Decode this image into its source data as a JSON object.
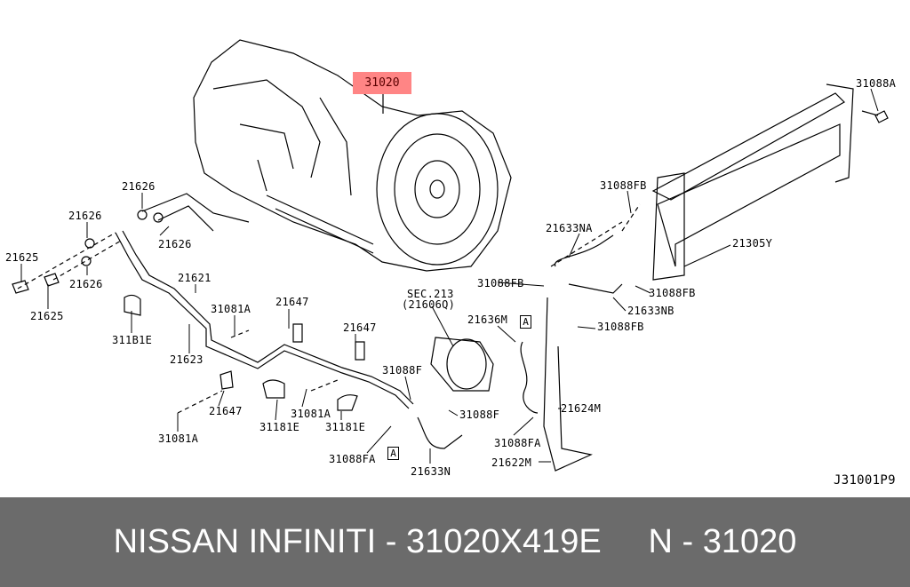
{
  "diagram": {
    "highlight_part": "31020",
    "highlight_color": "#ff8585",
    "reference_code": "J31001P9",
    "sec_ref": "SEC.213",
    "sec_ref_sub": "(21606Q)",
    "section_marker": "A",
    "callouts": [
      "31088A",
      "31088FB",
      "21626",
      "21626",
      "21626",
      "21625",
      "21626",
      "21625",
      "21633NA",
      "21305Y",
      "21621",
      "31088FB",
      "31088FB",
      "21647",
      "31081A",
      "21633NB",
      "21636M",
      "31088FB",
      "21647",
      "311B1E",
      "21623",
      "31088F",
      "21624M",
      "21647",
      "31081A",
      "31088F",
      "31181E",
      "31181E",
      "31081A",
      "31088FA",
      "31088FA",
      "21633N",
      "21622M"
    ]
  },
  "footer": {
    "text": "NISSAN INFINITI - 31020X419E     N - 31020"
  }
}
